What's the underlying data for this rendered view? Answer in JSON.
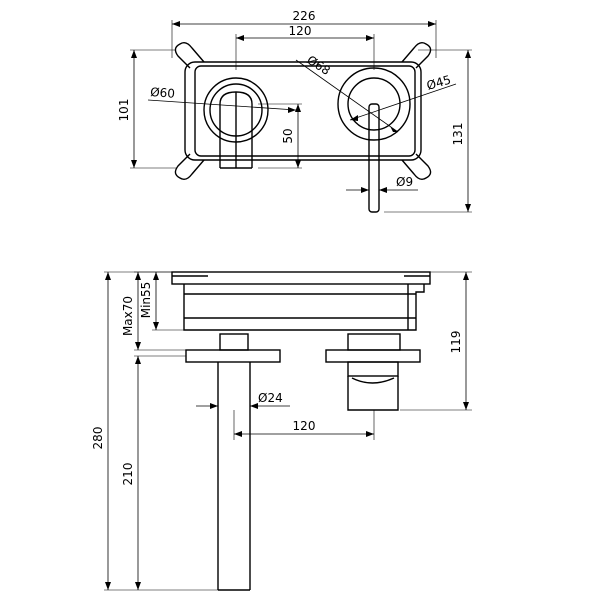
{
  "top_view": {
    "overall_width": "226",
    "center_distance": "120",
    "plate_dia_large": "Ø68",
    "plate_dia_small": "Ø60",
    "handle_dia": "Ø45",
    "lever_dia": "Ø9",
    "height_left": "101",
    "spout_offset": "50",
    "height_right": "131"
  },
  "side_view": {
    "depth_max": "Max70",
    "depth_min": "Min55",
    "height_right": "119",
    "spout_dia": "Ø24",
    "center_distance": "120",
    "overall_height": "280",
    "spout_length": "210"
  }
}
